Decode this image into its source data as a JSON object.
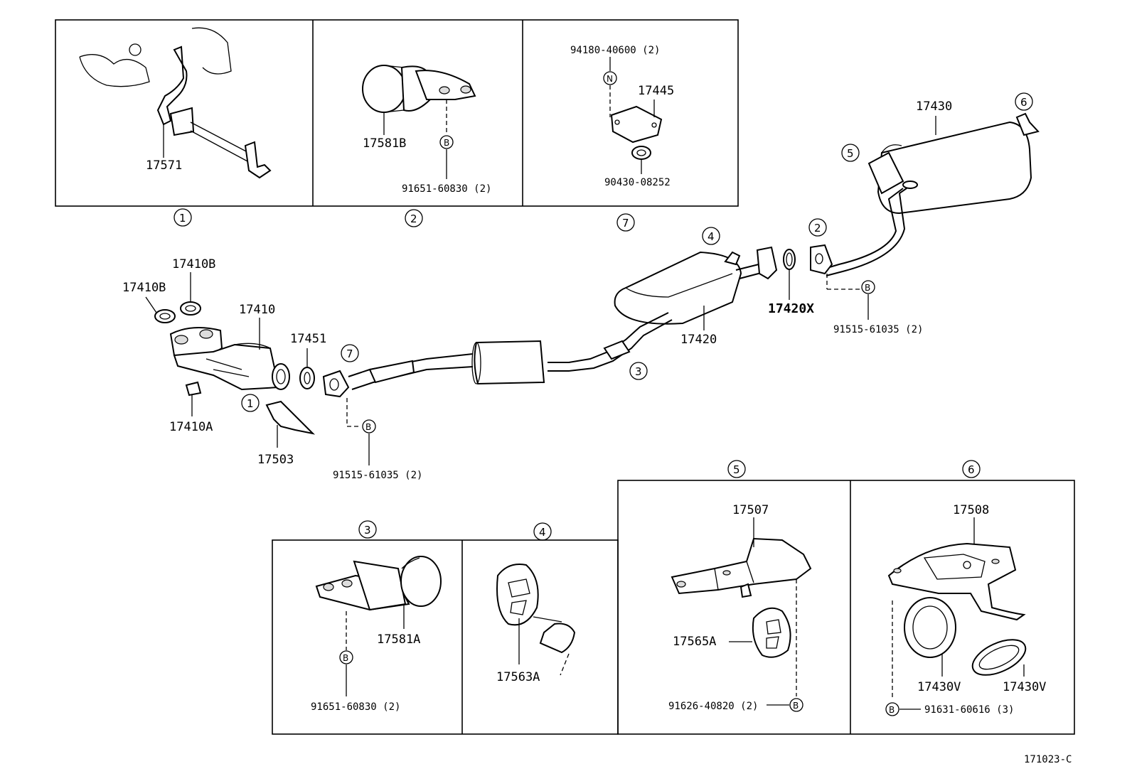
{
  "diagram_id": "171023-C",
  "markers": {
    "one": "1",
    "two": "2",
    "three": "3",
    "four": "4",
    "five": "5",
    "six": "6",
    "seven": "7",
    "bolt": "B",
    "nut": "N"
  },
  "parts": {
    "p17571": "17571",
    "p17581B": "17581B",
    "p91651_60830_a": "91651-60830 (2)",
    "p94180": "94180-40600 (2)",
    "p17445": "17445",
    "p90430": "90430-08252",
    "p17430": "17430",
    "p17410B_top": "17410B",
    "p17410B_left": "17410B",
    "p17410": "17410",
    "p17451": "17451",
    "p17410A": "17410A",
    "p17503": "17503",
    "p91515_a": "91515-61035 (2)",
    "p17420": "17420",
    "p17420X": "17420X",
    "p91515_b": "91515-61035 (2)",
    "p17581A": "17581A",
    "p91651_60830_b": "91651-60830 (2)",
    "p17563A": "17563A",
    "p17507": "17507",
    "p17565A": "17565A",
    "p91626": "91626-40820 (2)",
    "p17508": "17508",
    "p17430V_a": "17430V",
    "p17430V_b": "17430V",
    "p91631": "91631-60616 (3)"
  }
}
